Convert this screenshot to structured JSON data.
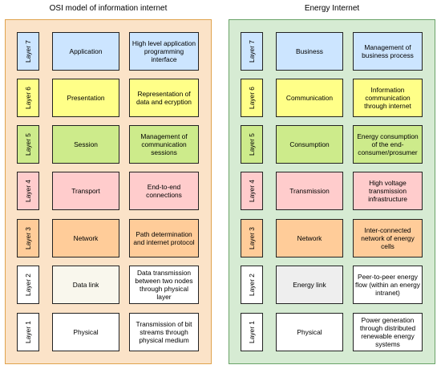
{
  "osi": {
    "title": "OSI model of information internet",
    "rows": [
      {
        "layer": "Layer 7",
        "name": "Application",
        "desc": "High level application programming interface",
        "name_color": "#cce5ff",
        "layer_color": "#cce5ff"
      },
      {
        "layer": "Layer 6",
        "name": "Presentation",
        "desc": "Representation of data and ecryption",
        "name_color": "#ffff88",
        "layer_color": "#ffff88"
      },
      {
        "layer": "Layer 5",
        "name": "Session",
        "desc": "Management of communication sessions",
        "name_color": "#cdeb8b",
        "layer_color": "#cdeb8b"
      },
      {
        "layer": "Layer 4",
        "name": "Transport",
        "desc": "End-to-end connections",
        "name_color": "#ffcccc",
        "layer_color": "#ffcccc"
      },
      {
        "layer": "Layer 3",
        "name": "Network",
        "desc": "Path determination and internet protocol",
        "name_color": "#ffcc99",
        "layer_color": "#ffcc99"
      },
      {
        "layer": "Layer 2",
        "name": "Data link",
        "desc": "Data transmission between two nodes through physical layer",
        "name_color": "#f9f7ed",
        "layer_color": "#ffffff"
      },
      {
        "layer": "Layer 1",
        "name": "Physical",
        "desc": "Transmission of bit streams through physical medium",
        "name_color": "#ffffff",
        "layer_color": "#ffffff"
      }
    ]
  },
  "energy": {
    "title": "Energy Internet",
    "rows": [
      {
        "layer": "Layer 7",
        "name": "Business",
        "desc": "Management of business process",
        "name_color": "#cce5ff",
        "layer_color": "#cce5ff"
      },
      {
        "layer": "Layer 6",
        "name": "Communication",
        "desc": "Information communication through internet",
        "name_color": "#ffff88",
        "layer_color": "#ffff88"
      },
      {
        "layer": "Layer 5",
        "name": "Consumption",
        "desc": "Energy consumption of the end-consumer/prosumer",
        "name_color": "#cdeb8b",
        "layer_color": "#cdeb8b"
      },
      {
        "layer": "Layer 4",
        "name": "Transmission",
        "desc": "High voltage transmission infrastructure",
        "name_color": "#ffcccc",
        "layer_color": "#ffcccc"
      },
      {
        "layer": "Layer 3",
        "name": "Network",
        "desc": "Inter-connected network of energy cells",
        "name_color": "#ffcc99",
        "layer_color": "#ffcc99"
      },
      {
        "layer": "Layer 2",
        "name": "Energy link",
        "desc": "Peer-to-peer energy flow (within an energy intranet)",
        "name_color": "#eeeeee",
        "layer_color": "#ffffff"
      },
      {
        "layer": "Layer 1",
        "name": "Physical",
        "desc": "Power generation through distributed renewable energy systems",
        "name_color": "#ffffff",
        "layer_color": "#ffffff"
      }
    ]
  }
}
